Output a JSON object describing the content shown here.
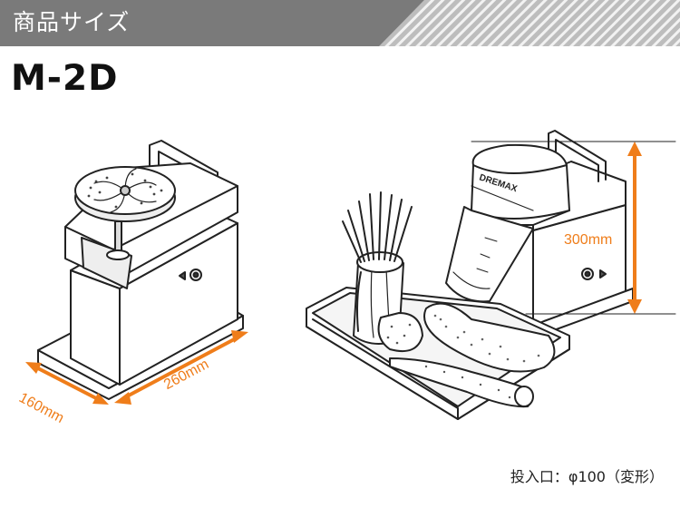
{
  "header": {
    "title": "商品サイズ",
    "band_color": "#7a7a7a",
    "accent": "#ef7d1a"
  },
  "model": {
    "name": "M-2D"
  },
  "dimensions": {
    "depth": "160mm",
    "width": "260mm",
    "height": "300mm"
  },
  "machine": {
    "brand": "DREMAX"
  },
  "inlet_note": "投入口：φ100（変形）"
}
